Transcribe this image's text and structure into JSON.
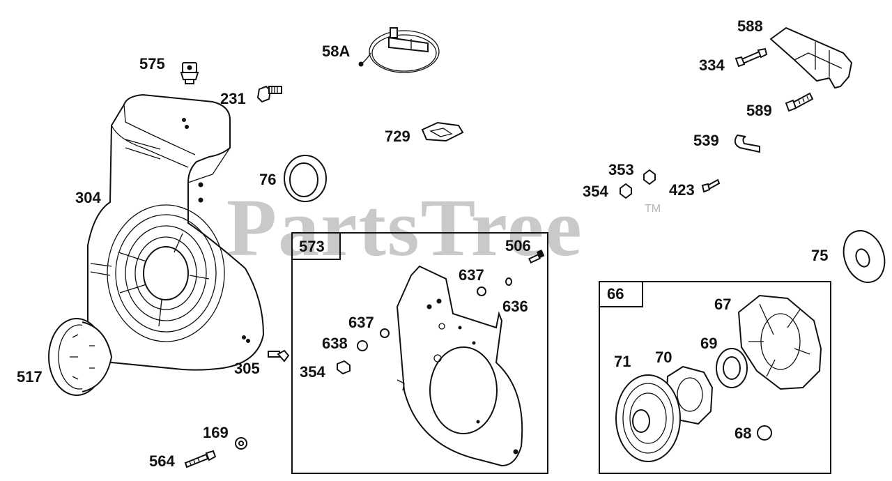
{
  "watermark": {
    "brand": "PartsTree",
    "trademark": "TM"
  },
  "groups": [
    {
      "id": "573",
      "label": "573"
    },
    {
      "id": "66",
      "label": "66"
    }
  ],
  "callouts": [
    "575",
    "231",
    "58A",
    "729",
    "304",
    "76",
    "517",
    "305",
    "169",
    "564",
    "506",
    "637",
    "636",
    "637",
    "638",
    "354",
    "588",
    "334",
    "589",
    "539",
    "353",
    "354",
    "423",
    "75",
    "67",
    "69",
    "71",
    "70",
    "68"
  ]
}
